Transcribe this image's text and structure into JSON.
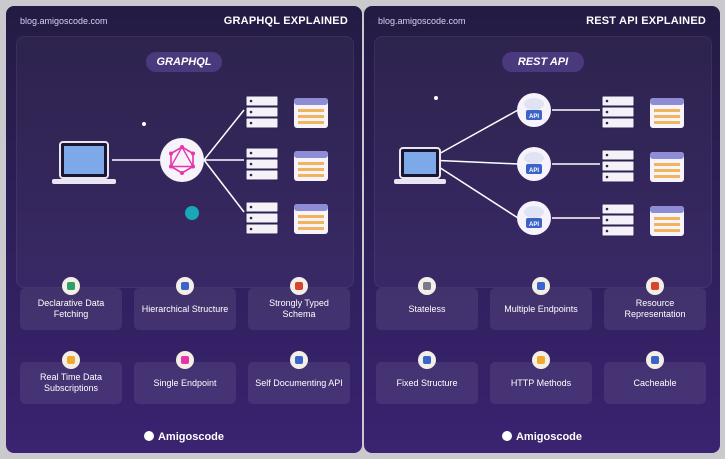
{
  "graphql": {
    "url": "blog.amigoscode.com",
    "heading": "GRAPHQL EXPLAINED",
    "pill": "GRAPHQL",
    "features": [
      "Declarative Data Fetching",
      "Hierarchical Structure",
      "Strongly Typed Schema",
      "Real Time Data Subscriptions",
      "Single Endpoint",
      "Self Documenting API"
    ],
    "brand": "Amigoscode"
  },
  "rest": {
    "url": "blog.amigoscode.com",
    "heading": "REST API EXPLAINED",
    "pill": "REST API",
    "api_label": "API",
    "features": [
      "Stateless",
      "Multiple Endpoints",
      "Resource Representation",
      "Fixed Structure",
      "HTTP Methods",
      "Cacheable"
    ],
    "brand": "Amigoscode"
  },
  "colors": {
    "panel": "#2d1f58",
    "accent_graphql": "#e535ab",
    "teal_dot": "#1aa7b5",
    "server": "#f4f1f8",
    "db_top": "#8f8cd6",
    "db_rows": "#f1b45a"
  }
}
